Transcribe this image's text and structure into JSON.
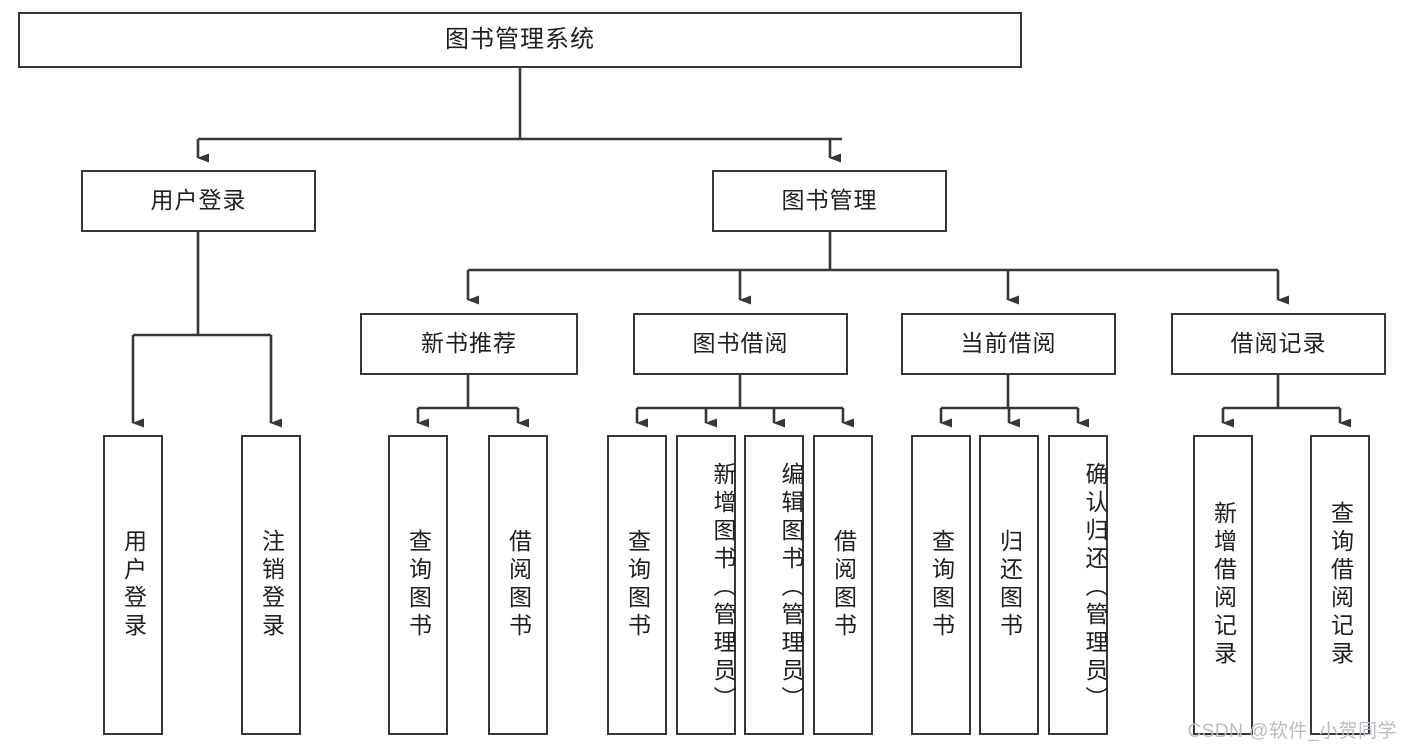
{
  "diagram": {
    "title": "图书管理系统",
    "type": "tree-hierarchy-diagram",
    "watermark": "CSDN @软件_小贺同学",
    "colors": {
      "box_border": "#35383b",
      "box_fill": "#ffffff",
      "line": "#35383b",
      "text": "#1d1f21",
      "watermark": "#b9bdc2",
      "background": "#ffffff"
    },
    "root": {
      "label": "图书管理系统"
    },
    "level2": [
      {
        "id": "user-login",
        "label": "用户登录"
      },
      {
        "id": "book-management",
        "label": "图书管理"
      }
    ],
    "level3": [
      {
        "id": "new-book-recommend",
        "label": "新书推荐"
      },
      {
        "id": "book-borrow",
        "label": "图书借阅"
      },
      {
        "id": "current-borrow",
        "label": "当前借阅"
      },
      {
        "id": "borrow-record",
        "label": "借阅记录"
      }
    ],
    "leaves": {
      "user_login": [
        {
          "id": "leaf-user-login",
          "label": "用户登录"
        },
        {
          "id": "leaf-logout",
          "label": "注销登录"
        }
      ],
      "new_book_recommend": [
        {
          "id": "leaf-query-book-1",
          "label": "查询图书"
        },
        {
          "id": "leaf-borrow-book-1",
          "label": "借阅图书"
        }
      ],
      "book_borrow": [
        {
          "id": "leaf-query-book-2",
          "label": "查询图书"
        },
        {
          "id": "leaf-add-book",
          "label": "新增图书（管理员）"
        },
        {
          "id": "leaf-edit-book",
          "label": "编辑图书（管理员）"
        },
        {
          "id": "leaf-borrow-book-2",
          "label": "借阅图书"
        }
      ],
      "current_borrow": [
        {
          "id": "leaf-query-book-3",
          "label": "查询图书"
        },
        {
          "id": "leaf-return-book",
          "label": "归还图书"
        },
        {
          "id": "leaf-confirm-return",
          "label": "确认归还（管理员）"
        }
      ],
      "borrow_record": [
        {
          "id": "leaf-add-record",
          "label": "新增借阅记录"
        },
        {
          "id": "leaf-query-record",
          "label": "查询借阅记录"
        }
      ]
    }
  }
}
